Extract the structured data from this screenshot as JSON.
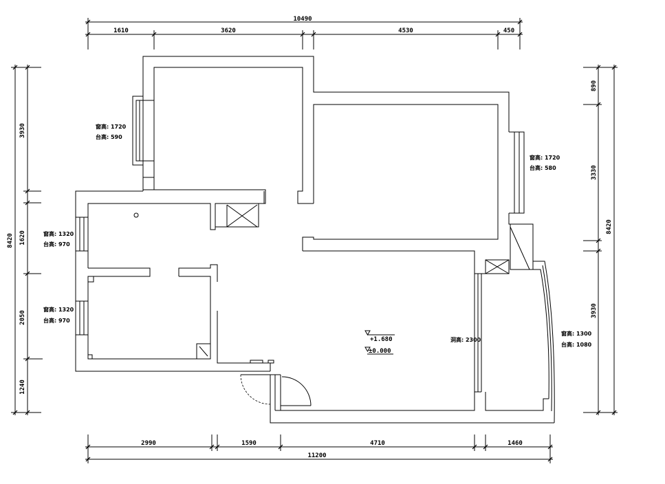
{
  "dimensions": {
    "top": {
      "overall": "10490",
      "segments": [
        "1610",
        "3620",
        "4530",
        "450"
      ]
    },
    "left": {
      "overall": "8420",
      "segments": [
        "3930",
        "1620",
        "2050",
        "1240"
      ]
    },
    "right": {
      "overall": "8420",
      "segments": [
        "890",
        "3330",
        "3930"
      ]
    },
    "bottom": {
      "overall": "11200",
      "segments": [
        "2990",
        "1590",
        "4710",
        "1460"
      ]
    }
  },
  "windows": {
    "left_upper": {
      "window_height": "窗高: 1720",
      "sill_height": "台高: 590"
    },
    "right_upper": {
      "window_height": "窗高: 1720",
      "sill_height": "台高: 580"
    },
    "left_middle": {
      "window_height": "窗高: 1320",
      "sill_height": "台高: 970"
    },
    "left_lower": {
      "window_height": "窗高: 1320",
      "sill_height": "台高: 970"
    },
    "right_lower": {
      "window_height": "窗高: 1300",
      "sill_height": "台高: 1080"
    }
  },
  "opening_height": "洞高: 2300",
  "elevations": {
    "upper": "+1.680",
    "ground": "±0.000"
  },
  "colors": {
    "line": "#000000",
    "background": "#ffffff"
  }
}
